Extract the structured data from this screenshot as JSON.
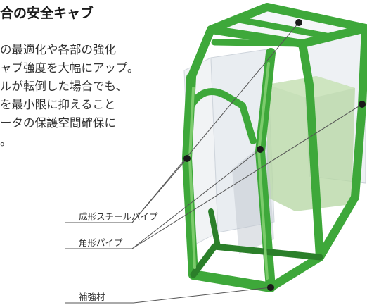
{
  "heading": "合の安全キャブ",
  "body_lines": [
    "の最適化や各部の強化",
    "ャブ強度を大幅にアップ。",
    "ルが転倒した場合でも、",
    "を最小限に抑えること",
    "ータの保護空間確保に",
    "。"
  ],
  "callouts": [
    {
      "label": "成形スチールパイプ"
    },
    {
      "label": "角形パイプ"
    },
    {
      "label": "補強材"
    }
  ],
  "colors": {
    "frame_green": "#3ea83a",
    "frame_dark_green": "#2b7f2a",
    "glass": "#e6eaee",
    "leader_line": "#555555",
    "marker": "#1a1a1a"
  }
}
